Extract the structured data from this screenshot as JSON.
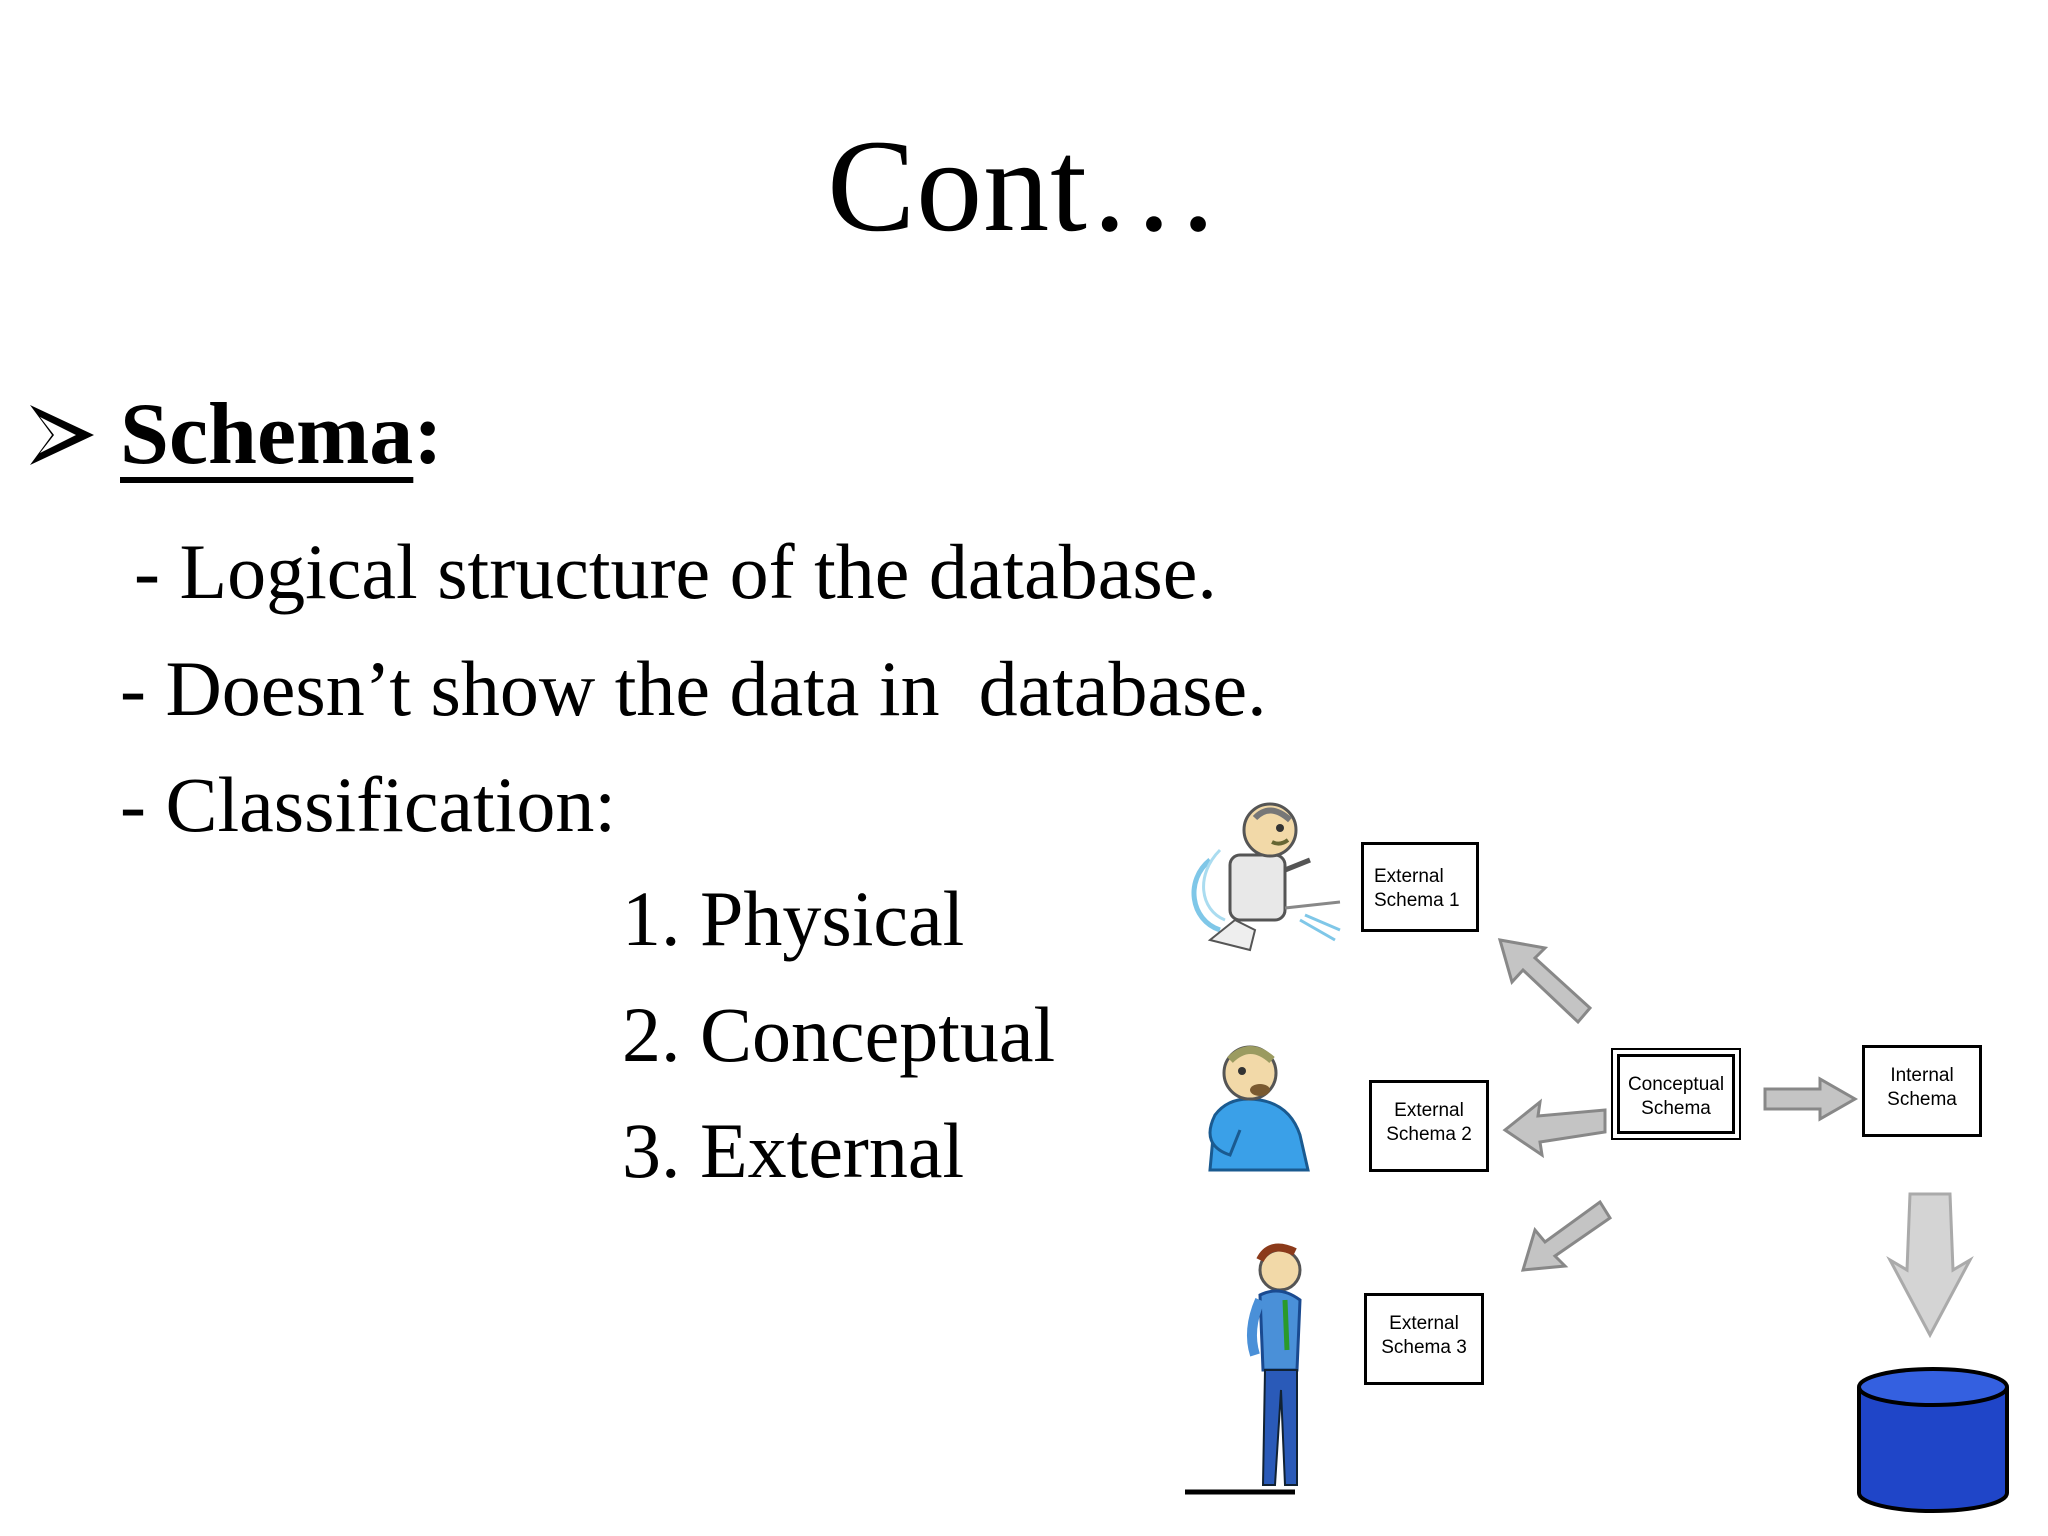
{
  "slide": {
    "title": "Cont…",
    "heading": {
      "word": "Schema",
      "suffix": ":"
    },
    "lines": [
      "- Logical structure of the database.",
      "- Doesn’t show the data in  database.",
      "- Classification:"
    ],
    "classification": [
      "1. Physical",
      "2. Conceptual",
      "3. External"
    ]
  },
  "diagram": {
    "external_schema_1": {
      "line1": "External",
      "line2": "Schema 1"
    },
    "external_schema_2": {
      "line1": "External",
      "line2": "Schema 2"
    },
    "external_schema_3": {
      "line1": "External",
      "line2": "Schema 3"
    },
    "conceptual_schema": {
      "line1": "Conceptual",
      "line2": "Schema"
    },
    "internal_schema": {
      "line1": "Internal",
      "line2": "Schema"
    },
    "colors": {
      "database": "#1f45c8",
      "arrow": "#b9b9b9",
      "shirt": "#3aa0e8",
      "skin": "#f2d9a8"
    }
  }
}
